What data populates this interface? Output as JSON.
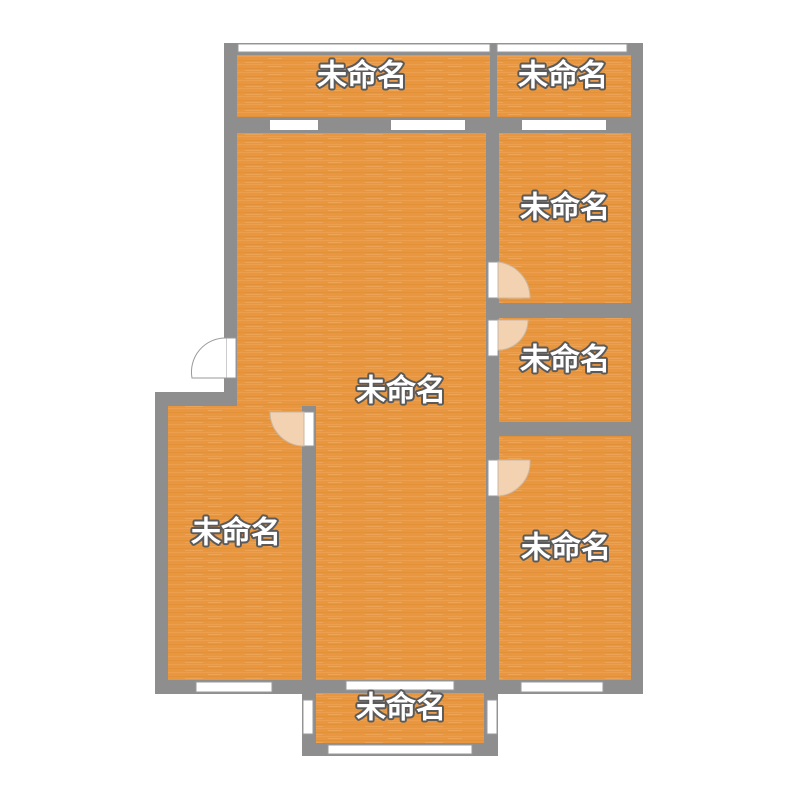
{
  "floor_plan": {
    "rooms": [
      {
        "id": "top-left",
        "label": "未命名"
      },
      {
        "id": "top-right",
        "label": "未命名"
      },
      {
        "id": "right-upper",
        "label": "未命名"
      },
      {
        "id": "right-middle",
        "label": "未命名"
      },
      {
        "id": "center",
        "label": "未命名"
      },
      {
        "id": "left",
        "label": "未命名"
      },
      {
        "id": "right-lower",
        "label": "未命名"
      },
      {
        "id": "bottom-balcony",
        "label": "未命名"
      }
    ]
  },
  "colors": {
    "wall": "#8e8e8e",
    "floor": "#e8963f",
    "floor_stripe": "#d98a36",
    "window": "#ffffff",
    "door_swing": "#f2d2b0"
  }
}
